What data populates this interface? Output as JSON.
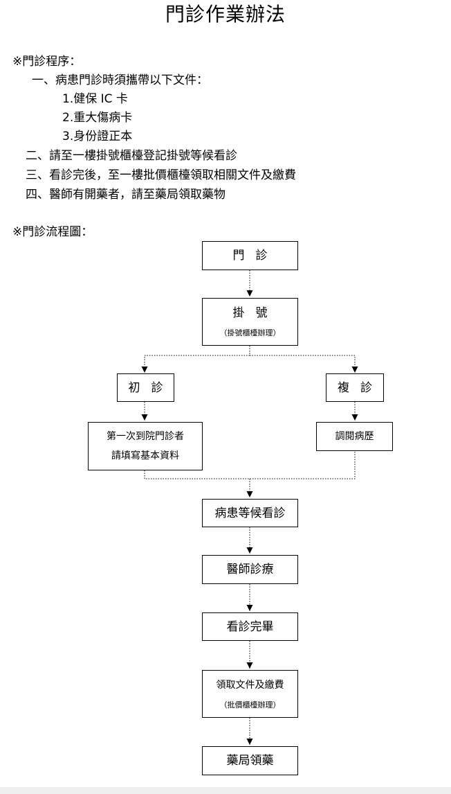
{
  "title": "門診作業辦法",
  "procedure": {
    "heading": "※門診程序：",
    "step1": "一、病患門診時須攜帶以下文件：",
    "documents": [
      "1.健保 IC 卡",
      "2.重大傷病卡",
      "3.身份證正本"
    ],
    "step2": "二、請至一樓掛號櫃檯登記掛號等候看診",
    "step3": "三、看診完後，至一樓批價櫃檯領取相關文件及繳費",
    "step4": "四、醫師有開藥者，請至藥局領取藥物"
  },
  "flowchart": {
    "heading": "※門診流程圖：",
    "outpatient": "門診",
    "registration": "掛號",
    "registration_note": "（掛號櫃檯辦理）",
    "first_visit": "初診",
    "return_visit": "複診",
    "first_visit_detail_1": "第一次到院門診者",
    "first_visit_detail_2": "請填寫基本資料",
    "review_records": "調閱病歷",
    "wait": "病患等候看診",
    "doctor": "醫師診療",
    "finished": "看診完畢",
    "documents_fee": "領取文件及繳費",
    "billing_note": "（批價櫃檯辦理）",
    "pharmacy": "藥局領藥"
  }
}
